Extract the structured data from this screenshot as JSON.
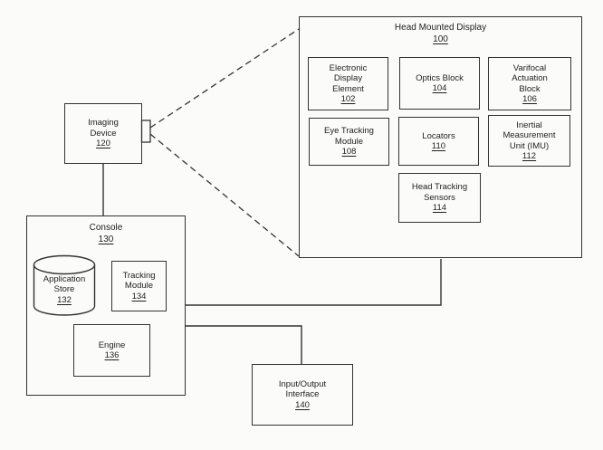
{
  "colors": {
    "background": "#fbfbfa",
    "line": "#333333",
    "text": "#1e1e1e"
  },
  "hmd": {
    "title": "Head Mounted Display",
    "ref": "100",
    "modules": {
      "electronic_display_element": {
        "label": "Electronic\nDisplay\nElement",
        "ref": "102"
      },
      "optics_block": {
        "label": "Optics Block",
        "ref": "104"
      },
      "varifocal_actuation_block": {
        "label": "Varifocal\nActuation\nBlock",
        "ref": "106"
      },
      "eye_tracking_module": {
        "label": "Eye Tracking\nModule",
        "ref": "108"
      },
      "locators": {
        "label": "Locators",
        "ref": "110"
      },
      "inertial_measurement_unit": {
        "label": "Inertial\nMeasurement\nUnit (IMU)",
        "ref": "112"
      },
      "head_tracking_sensors": {
        "label": "Head Tracking\nSensors",
        "ref": "114"
      }
    }
  },
  "imaging_device": {
    "label": "Imaging\nDevice",
    "ref": "120"
  },
  "console": {
    "title": "Console",
    "ref": "130",
    "modules": {
      "application_store": {
        "label": "Application\nStore",
        "ref": "132"
      },
      "tracking_module": {
        "label": "Tracking\nModule",
        "ref": "134"
      },
      "engine": {
        "label": "Engine",
        "ref": "136"
      }
    }
  },
  "io_interface": {
    "label": "Input/Output\nInterface",
    "ref": "140"
  }
}
